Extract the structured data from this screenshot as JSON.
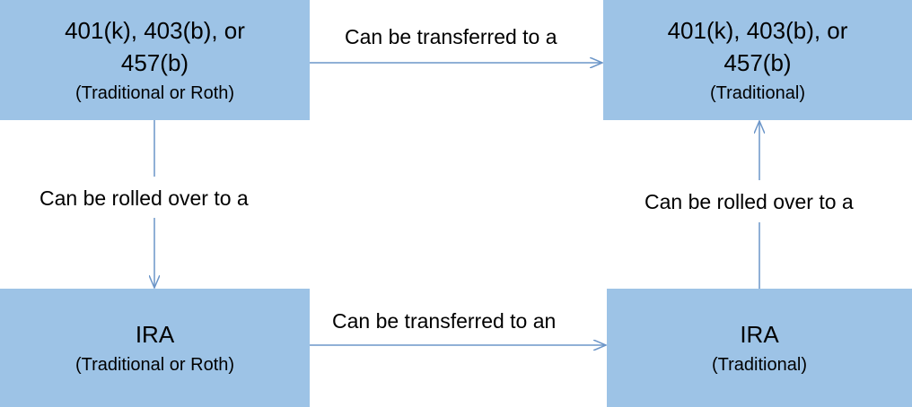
{
  "nodes": {
    "top_left": {
      "title": "401(k), 403(b), or 457(b)",
      "subtitle": "(Traditional or Roth)"
    },
    "top_right": {
      "title": "401(k), 403(b), or 457(b)",
      "subtitle": "(Traditional)"
    },
    "bottom_left": {
      "title": "IRA",
      "subtitle": "(Traditional or Roth)"
    },
    "bottom_right": {
      "title": "IRA",
      "subtitle": "(Traditional)"
    }
  },
  "edges": {
    "top": {
      "label": "Can be transferred to a"
    },
    "bottom": {
      "label": "Can be transferred to an"
    },
    "left": {
      "label": "Can be rolled over to a"
    },
    "right": {
      "label": "Can be rolled over to a"
    }
  },
  "colors": {
    "box_fill": "#9dc3e6",
    "arrow": "#6b95c8",
    "text": "#000000"
  }
}
